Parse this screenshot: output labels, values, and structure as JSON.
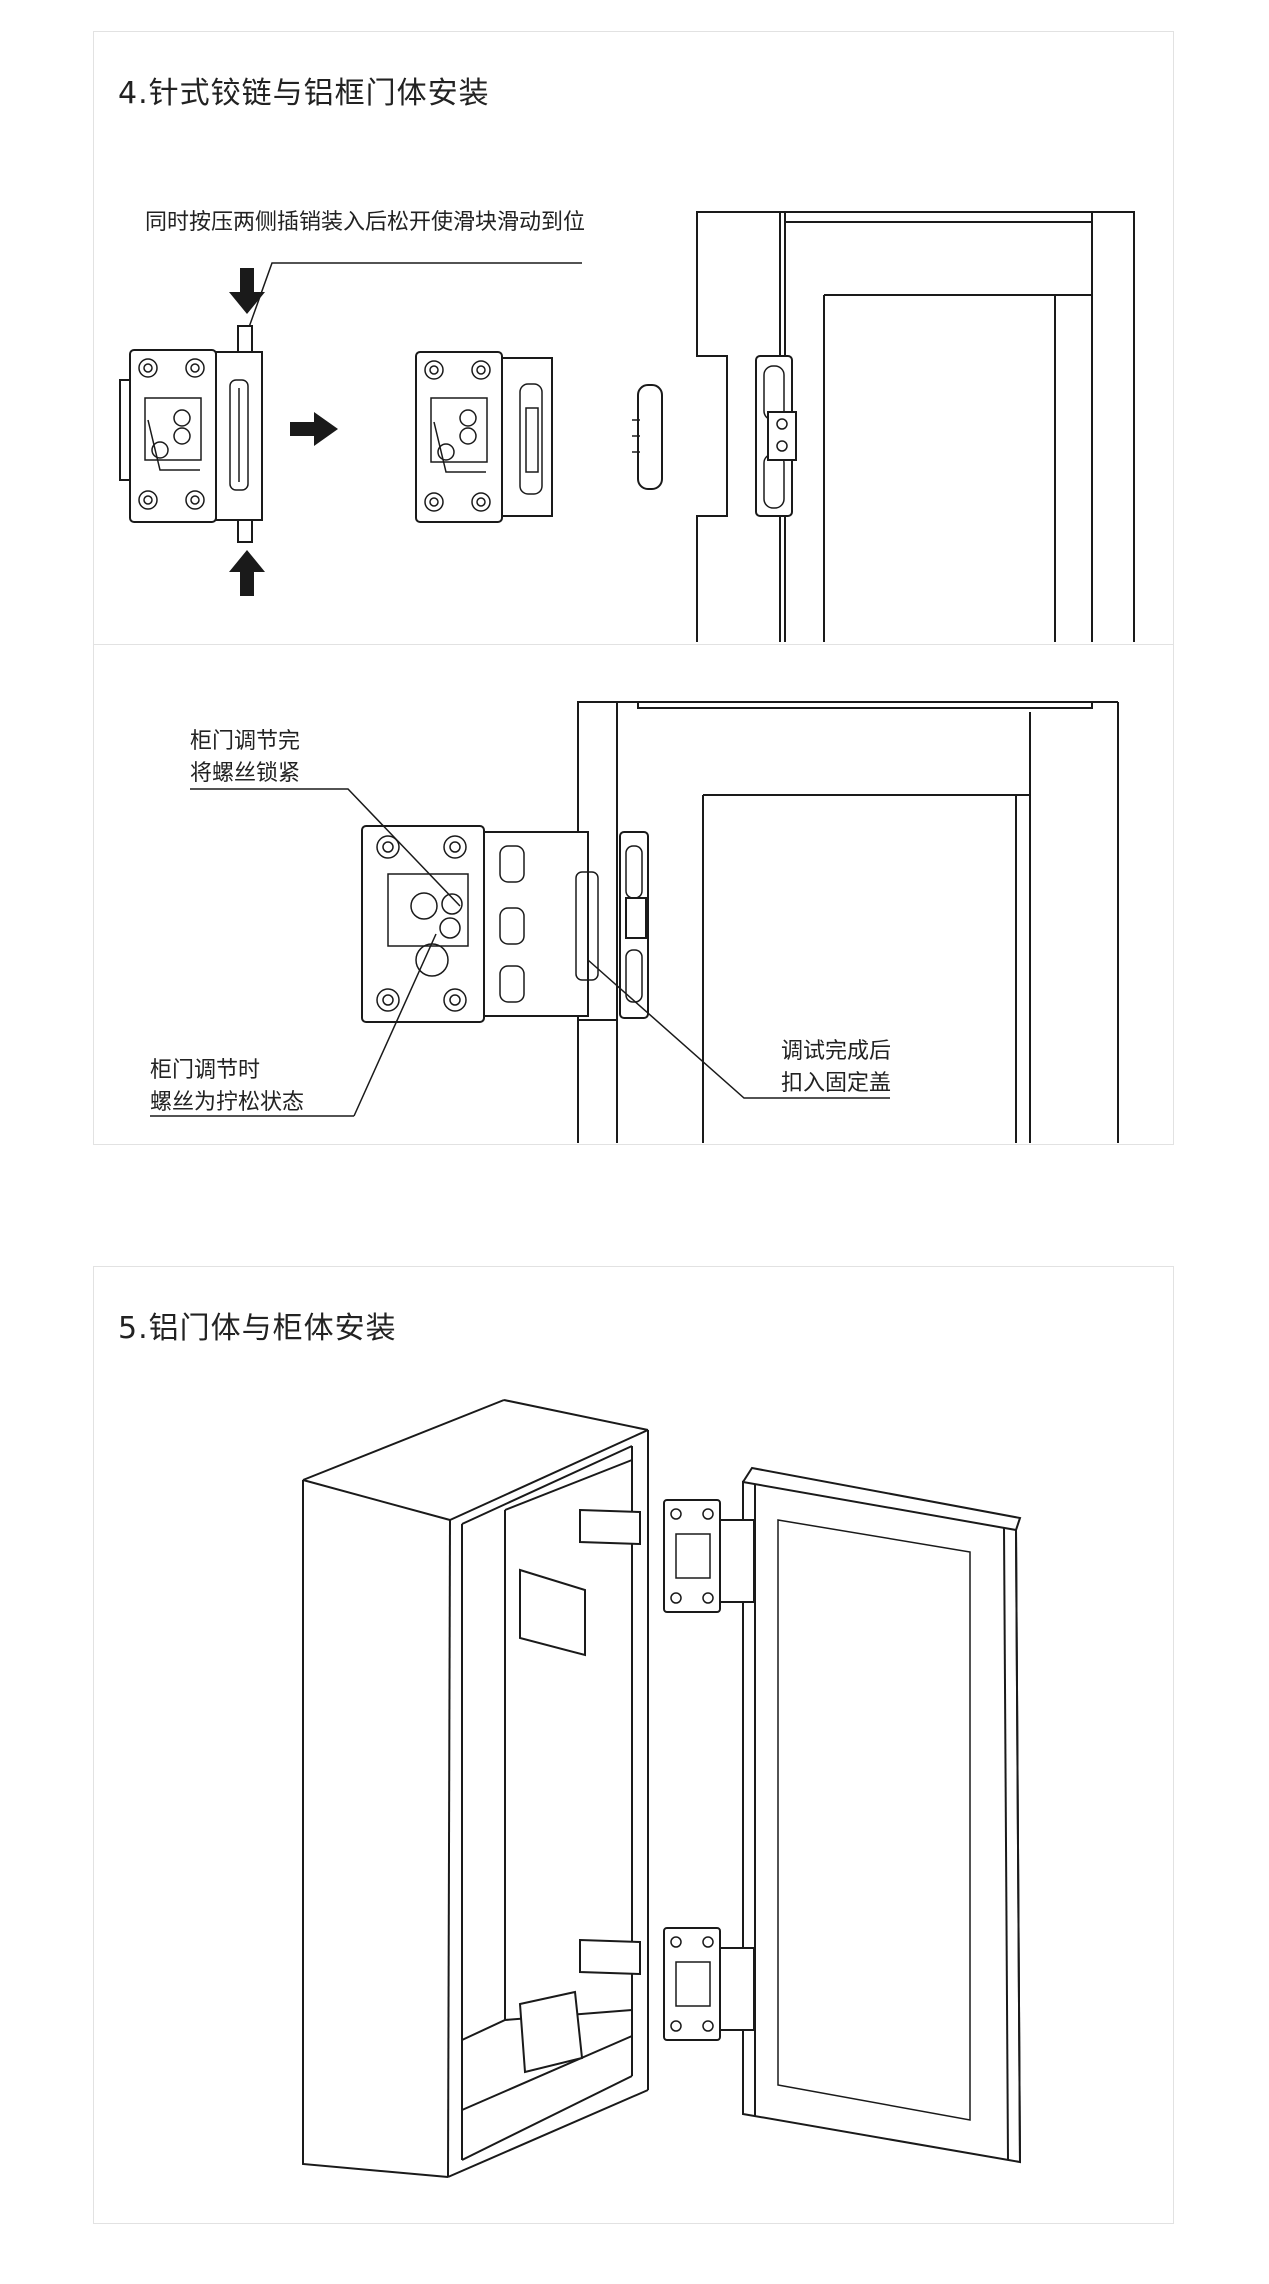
{
  "section4": {
    "title": "4.针式铰链与铝框门体安装",
    "note_press": "同时按压两侧插销装入后松开使滑块滑动到位",
    "note_lock_1": "柜门调节完",
    "note_lock_2": "将螺丝锁紧",
    "note_loose_1": "柜门调节时",
    "note_loose_2": "螺丝为拧松状态",
    "note_cover_1": "调试完成后",
    "note_cover_2": "扣入固定盖"
  },
  "section5": {
    "title": "5.铝门体与柜体安装"
  },
  "colors": {
    "line": "#1a1a1a",
    "border": "#e2e2e2",
    "background": "#ffffff"
  }
}
